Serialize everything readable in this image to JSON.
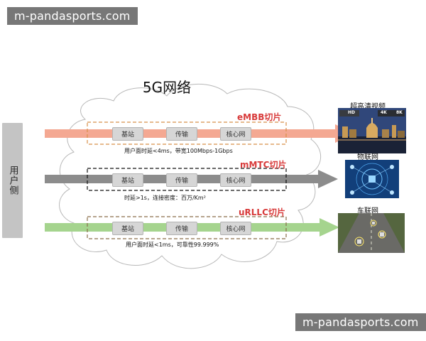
{
  "watermark_top": "m-pandasports.com",
  "watermark_bottom": "m-pandasports.com",
  "title": "5G网络",
  "user_side": "用户侧",
  "slices": [
    {
      "label": "eMBB切片",
      "nodes": [
        "基站",
        "传输",
        "核心网"
      ],
      "caption": "用户面时延<4ms，带宽100Mbps-1Gbps",
      "color": "#f4a892",
      "border": "#d8904a",
      "app": "超高清视频"
    },
    {
      "label": "mMTC切片",
      "nodes": [
        "基站",
        "传输",
        "核心网"
      ],
      "caption": "时延>1s，连接密度：百万/Km²",
      "color": "#8c8c8c",
      "border": "#111111",
      "app": "物联网"
    },
    {
      "label": "uRLLC切片",
      "nodes": [
        "基站",
        "传输",
        "核心网"
      ],
      "caption": "用户面时延<1ms，可靠性99.999%",
      "color": "#a5d48e",
      "border": "#8a6e4a",
      "app": "车联网"
    }
  ],
  "video_badges": {
    "hd": "HD",
    "fourk": "4K",
    "eightk": "8K"
  }
}
